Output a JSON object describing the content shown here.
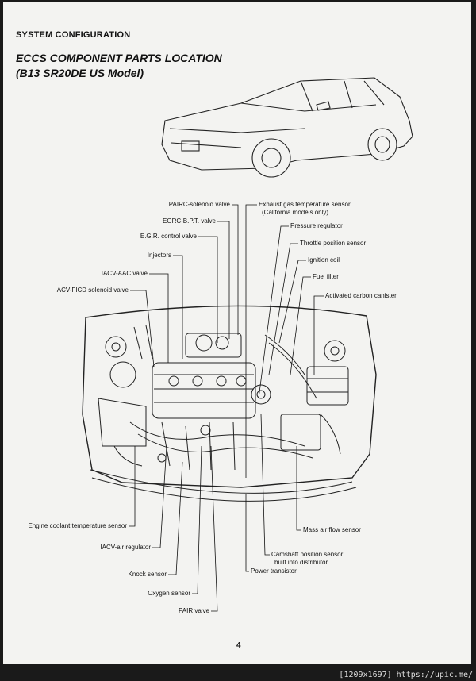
{
  "header": {
    "section": "SYSTEM CONFIGURATION",
    "title_line1": "ECCS COMPONENT PARTS LOCATION",
    "title_line2": "(B13 SR20DE US Model)"
  },
  "labels": {
    "pairc": "PAIRC-solenoid valve",
    "egrc_bpt": "EGRC-B.P.T. valve",
    "egr": "E.G.R. control valve",
    "injectors": "Injectors",
    "iacv_aac": "IACV-AAC valve",
    "iacv_ficd": "IACV-FICD solenoid valve",
    "exhaust_line1": "Exhaust gas temperature sensor",
    "exhaust_line2": "(California models only)",
    "pressure_reg": "Pressure regulator",
    "throttle": "Throttle position sensor",
    "ignition": "Ignition coil",
    "fuel_filter": "Fuel filter",
    "carbon": "Activated carbon canister",
    "coolant": "Engine coolant temperature sensor",
    "iacv_air": "IACV-air regulator",
    "knock": "Knock sensor",
    "oxygen": "Oxygen sensor",
    "pair": "PAIR valve",
    "maf": "Mass air flow sensor",
    "camshaft_line1": "Camshaft position sensor",
    "camshaft_line2": "built into distributor",
    "power_tr": "Power transistor"
  },
  "page_number": "4",
  "footer": "[1209x1697] https://upic.me/"
}
